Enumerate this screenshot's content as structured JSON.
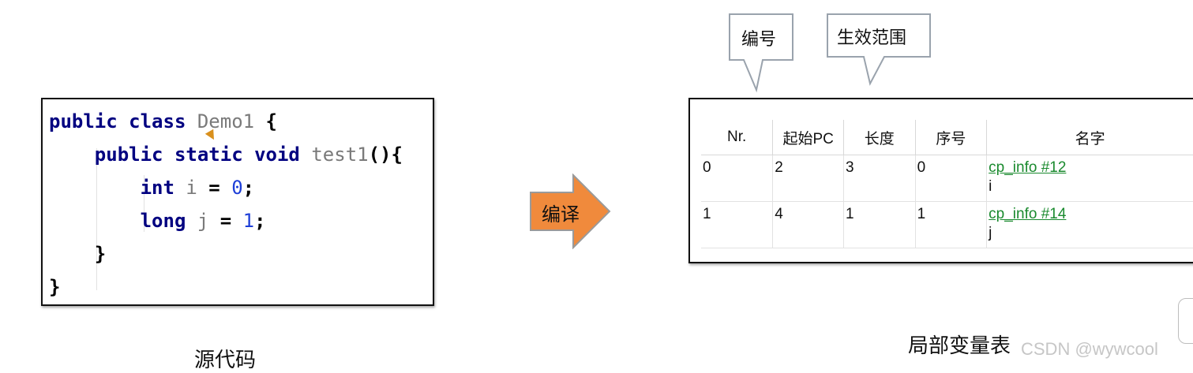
{
  "source": {
    "code_lines": [
      [
        {
          "t": "public class ",
          "c": "kw"
        },
        {
          "t": "Demo1 ",
          "c": "id"
        },
        {
          "t": "{",
          "c": "punc"
        }
      ],
      [
        {
          "t": "    public static void ",
          "c": "kw"
        },
        {
          "t": "test1",
          "c": "id"
        },
        {
          "t": "(){",
          "c": "punc"
        }
      ],
      [
        {
          "t": "        int ",
          "c": "kw"
        },
        {
          "t": "i ",
          "c": "id"
        },
        {
          "t": "= ",
          "c": "punc"
        },
        {
          "t": "0",
          "c": "num"
        },
        {
          "t": ";",
          "c": "punc"
        }
      ],
      [
        {
          "t": "        long ",
          "c": "kw"
        },
        {
          "t": "j ",
          "c": "id"
        },
        {
          "t": "= ",
          "c": "punc"
        },
        {
          "t": "1",
          "c": "num"
        },
        {
          "t": ";",
          "c": "punc"
        }
      ],
      [
        {
          "t": "    }",
          "c": "punc"
        }
      ],
      [
        {
          "t": "}",
          "c": "punc"
        }
      ]
    ],
    "caption": "源代码"
  },
  "arrow": {
    "label": "编译",
    "fill": "#f08a3c",
    "stroke": "#9a9a9a"
  },
  "callouts": {
    "number_label": "编号",
    "scope_label": "生效范围"
  },
  "table": {
    "headers": [
      "Nr.",
      "起始PC",
      "长度",
      "序号",
      "名字"
    ],
    "rows": [
      {
        "nr": "0",
        "start_pc": "2",
        "length": "3",
        "index": "0",
        "name_link": "cp_info #12",
        "name_value": "i"
      },
      {
        "nr": "1",
        "start_pc": "4",
        "length": "1",
        "index": "1",
        "name_link": "cp_info #14",
        "name_value": "j"
      }
    ],
    "caption": "局部变量表"
  },
  "watermark": "CSDN @wywcool",
  "colors": {
    "keyword": "#000080",
    "identifier": "#7a7a7a",
    "number": "#1e3fd8",
    "link": "#1a8a2e"
  }
}
